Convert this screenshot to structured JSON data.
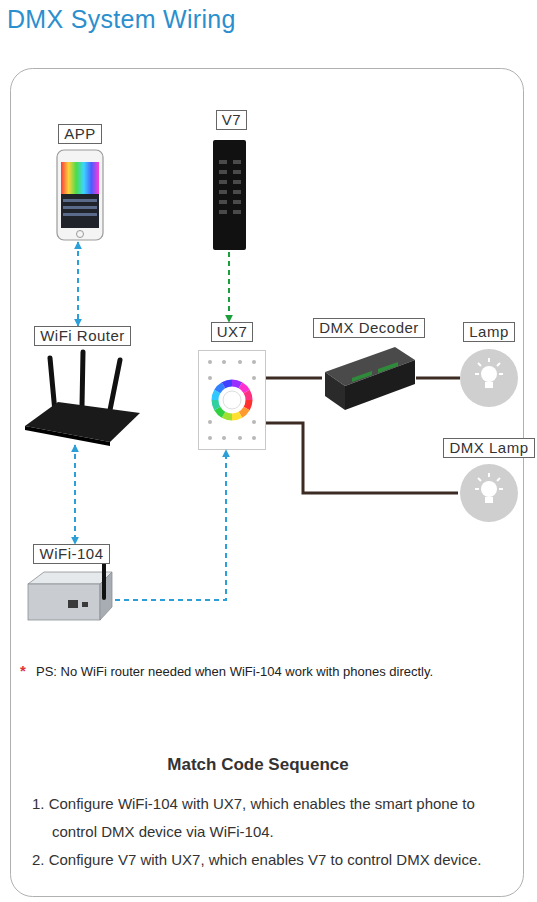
{
  "diagram": {
    "title": "DMX System Wiring",
    "nodes": [
      {
        "text": [
          "APP"
        ]
      },
      {
        "text": [
          "V7"
        ]
      },
      {
        "text": [
          "WiFi Router"
        ]
      },
      {
        "text": [
          "UX7"
        ]
      },
      {
        "text": [
          "DMX Decoder"
        ]
      },
      {
        "text": [
          "Lamp"
        ]
      },
      {
        "text": [
          "DMX Lamp"
        ]
      },
      {
        "text": [
          "WiFi-104"
        ]
      }
    ],
    "edges": [
      {
        "from": 0,
        "to": 2,
        "arrow": "both"
      },
      {
        "from": 1,
        "to": 3,
        "arrow": "to"
      },
      {
        "from": 3,
        "to": 4,
        "arrow": "none"
      },
      {
        "from": 4,
        "to": 5,
        "arrow": "none"
      },
      {
        "from": 3,
        "to": 6,
        "arrow": "none"
      },
      {
        "from": 2,
        "to": 7,
        "arrow": "both"
      },
      {
        "from": 7,
        "to": 3,
        "arrow": "to"
      }
    ],
    "labels": [
      "*",
      "PS: No WiFi router needed when WiFi-104 work with phones directly.",
      "Match Code Sequence",
      "1. Configure WiFi-104 with UX7, which enables the smart phone to control DMX device via WiFi-104.",
      "2. Configure V7 with UX7, which enables V7 to control DMX device."
    ]
  }
}
